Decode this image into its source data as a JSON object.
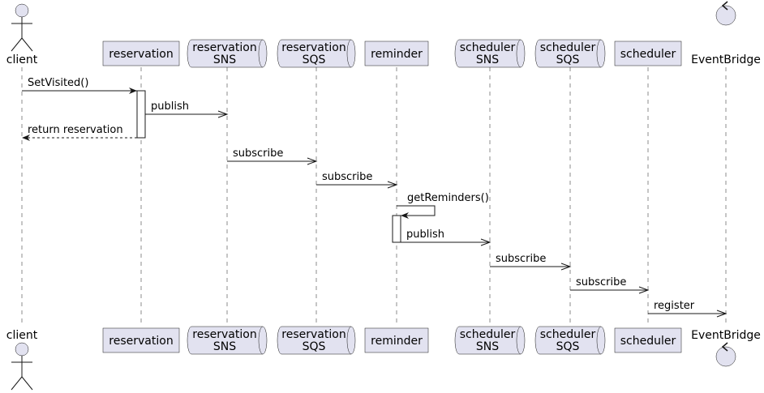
{
  "participants": [
    {
      "id": "client",
      "kind": "actor",
      "lines": [
        "client"
      ]
    },
    {
      "id": "reservation",
      "kind": "participant",
      "lines": [
        "reservation"
      ]
    },
    {
      "id": "reservation_sns",
      "kind": "queue",
      "lines": [
        "reservation",
        "SNS"
      ]
    },
    {
      "id": "reservation_sqs",
      "kind": "queue",
      "lines": [
        "reservation",
        "SQS"
      ]
    },
    {
      "id": "reminder",
      "kind": "participant",
      "lines": [
        "reminder"
      ]
    },
    {
      "id": "scheduler_sns",
      "kind": "queue",
      "lines": [
        "scheduler",
        "SNS"
      ]
    },
    {
      "id": "scheduler_sqs",
      "kind": "queue",
      "lines": [
        "scheduler",
        "SQS"
      ]
    },
    {
      "id": "scheduler",
      "kind": "participant",
      "lines": [
        "scheduler"
      ]
    },
    {
      "id": "eventbridge",
      "kind": "control",
      "lines": [
        "EventBridge"
      ]
    }
  ],
  "messages": [
    {
      "from": "client",
      "to": "reservation",
      "label": "SetVisited()",
      "style": "sync"
    },
    {
      "from": "reservation",
      "to": "reservation_sns",
      "label": "publish",
      "style": "async"
    },
    {
      "from": "reservation",
      "to": "client",
      "label": "return reservation",
      "style": "return"
    },
    {
      "from": "reservation_sns",
      "to": "reservation_sqs",
      "label": "subscribe",
      "style": "async"
    },
    {
      "from": "reservation_sqs",
      "to": "reminder",
      "label": "subscribe",
      "style": "async"
    },
    {
      "from": "reminder",
      "to": "reminder",
      "label": "getReminders()",
      "style": "self"
    },
    {
      "from": "reminder",
      "to": "scheduler_sns",
      "label": "publish",
      "style": "async"
    },
    {
      "from": "scheduler_sns",
      "to": "scheduler_sqs",
      "label": "subscribe",
      "style": "async"
    },
    {
      "from": "scheduler_sqs",
      "to": "scheduler",
      "label": "subscribe",
      "style": "async"
    },
    {
      "from": "scheduler",
      "to": "eventbridge",
      "label": "register",
      "style": "async"
    }
  ]
}
